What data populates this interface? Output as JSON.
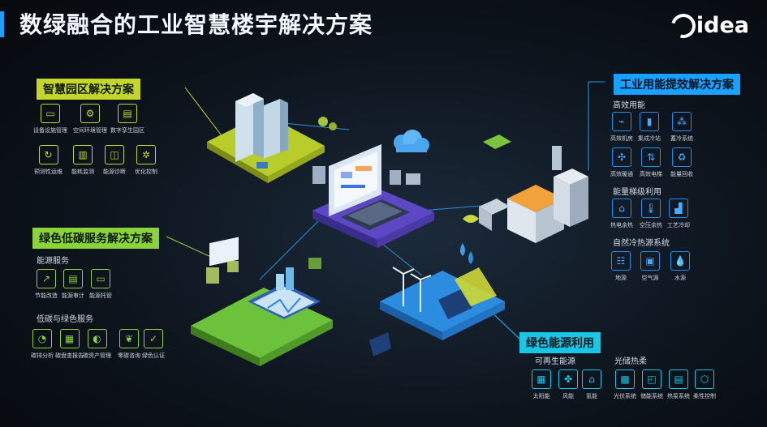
{
  "title": "数绿融合的工业智慧楼宇解决方案",
  "brand": "idea",
  "sections": {
    "park": {
      "label": "智慧园区解决方案",
      "items": [
        "设备设施管理",
        "空间环境管理",
        "数字孪生园区",
        "预测性运维",
        "能耗监测",
        "能源诊断",
        "优化控制"
      ]
    },
    "carbon": {
      "label": "绿色低碳服务解决方案",
      "energy_service": {
        "heading": "能源服务",
        "items": [
          "节能改造",
          "能源审计",
          "能源托管"
        ]
      },
      "low_carbon": {
        "heading": "低碳与绿色服务",
        "items": [
          "碳排分析",
          "碳盘查报告",
          "碳资产管理",
          "零碳咨询",
          "绿色认证"
        ]
      }
    },
    "industrial": {
      "label": "工业用能提效解决方案",
      "efficient": {
        "heading": "高效用能",
        "items": [
          "高效机房",
          "集成冷站",
          "蓄冷系统",
          "高效暖通",
          "高效电梯",
          "能量回收"
        ]
      },
      "cascade": {
        "heading": "能量梯级利用",
        "items": [
          "热电余热",
          "空压余热",
          "工艺冷却"
        ]
      },
      "natural": {
        "heading": "自然冷热源系统",
        "items": [
          "地源",
          "空气源",
          "水源"
        ]
      }
    },
    "green_energy": {
      "label": "绿色能源利用",
      "renewable": {
        "heading": "可再生能源",
        "items": [
          "太阳能",
          "风能",
          "氢能"
        ]
      },
      "storage": {
        "heading": "光储热柔",
        "items": [
          "光伏系统",
          "储能系统",
          "热泵系统",
          "柔性控制"
        ]
      }
    }
  },
  "colors": {
    "park": "#c5d62b",
    "carbon": "#8bd33b",
    "industrial": "#19a1ff",
    "green": "#19c6e6"
  }
}
